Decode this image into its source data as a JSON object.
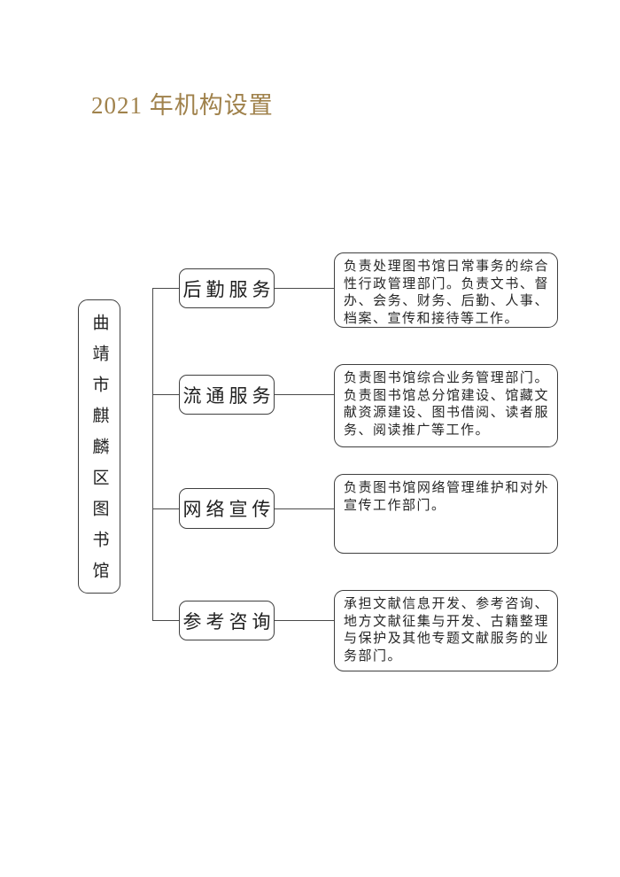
{
  "page": {
    "title": "2021 年机构设置",
    "title_color": "#a0824c",
    "background": "#ffffff",
    "line_color": "#4a4a4a"
  },
  "chart_data": {
    "type": "org-chart",
    "root": {
      "label": "曲靖市麒麟区图书馆"
    },
    "departments": [
      {
        "label": "后勤服务",
        "description": "负责处理图书馆日常事务的综合性行政管理部门。负责文书、督办、会务、财务、后勤、人事、档案、宣传和接待等工作。"
      },
      {
        "label": "流通服务",
        "description": "负责图书馆综合业务管理部门。负责图书馆总分馆建设、馆藏文献资源建设、图书借阅、读者服务、阅读推广等工作。"
      },
      {
        "label": "网络宣传",
        "description": "负责图书馆网络管理维护和对外宣传工作部门。"
      },
      {
        "label": "参考咨询",
        "description": "承担文献信息开发、参考咨询、地方文献征集与开发、古籍整理与保护及其他专题文献服务的业务部门。"
      }
    ]
  }
}
